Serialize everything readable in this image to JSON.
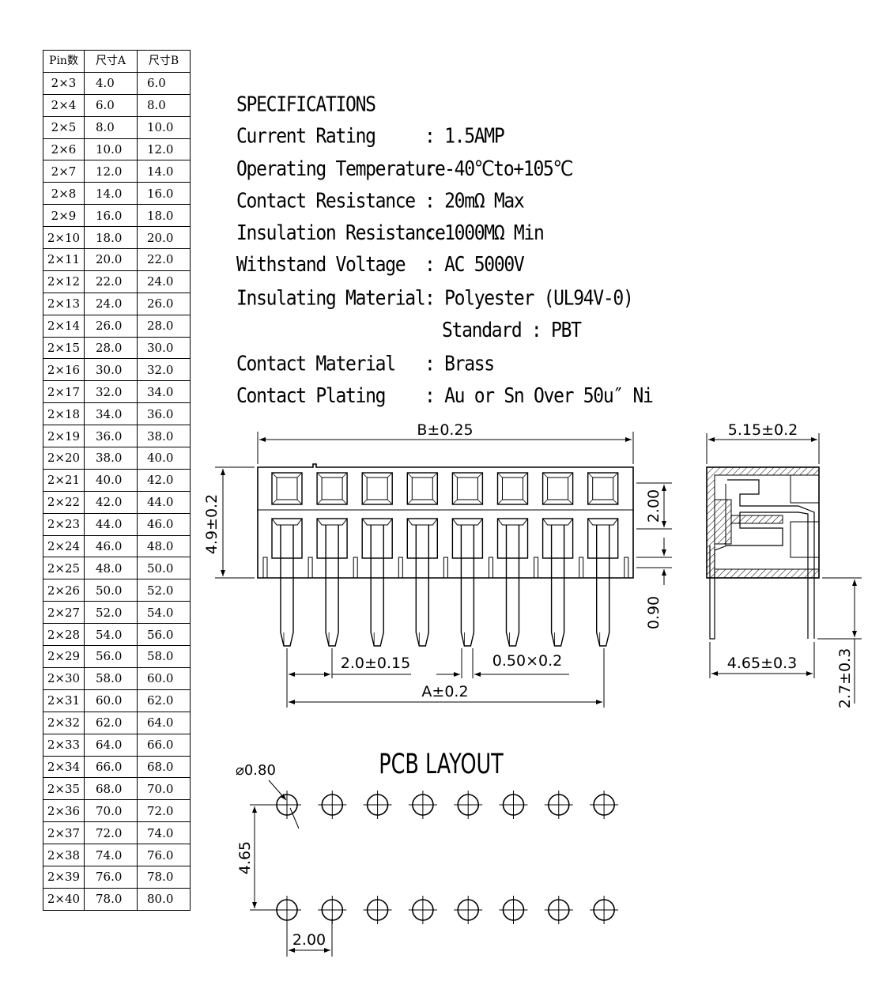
{
  "pin_table": {
    "headers": [
      "Pin数",
      "尺寸A",
      "尺寸B"
    ],
    "rows": [
      [
        "2×3",
        "4.0",
        "6.0"
      ],
      [
        "2×4",
        "6.0",
        "8.0"
      ],
      [
        "2×5",
        "8.0",
        "10.0"
      ],
      [
        "2×6",
        "10.0",
        "12.0"
      ],
      [
        "2×7",
        "12.0",
        "14.0"
      ],
      [
        "2×8",
        "14.0",
        "16.0"
      ],
      [
        "2×9",
        "16.0",
        "18.0"
      ],
      [
        "2×10",
        "18.0",
        "20.0"
      ],
      [
        "2×11",
        "20.0",
        "22.0"
      ],
      [
        "2×12",
        "22.0",
        "24.0"
      ],
      [
        "2×13",
        "24.0",
        "26.0"
      ],
      [
        "2×14",
        "26.0",
        "28.0"
      ],
      [
        "2×15",
        "28.0",
        "30.0"
      ],
      [
        "2×16",
        "30.0",
        "32.0"
      ],
      [
        "2×17",
        "32.0",
        "34.0"
      ],
      [
        "2×18",
        "34.0",
        "36.0"
      ],
      [
        "2×19",
        "36.0",
        "38.0"
      ],
      [
        "2×20",
        "38.0",
        "40.0"
      ],
      [
        "2×21",
        "40.0",
        "42.0"
      ],
      [
        "2×22",
        "42.0",
        "44.0"
      ],
      [
        "2×23",
        "44.0",
        "46.0"
      ],
      [
        "2×24",
        "46.0",
        "48.0"
      ],
      [
        "2×25",
        "48.0",
        "50.0"
      ],
      [
        "2×26",
        "50.0",
        "52.0"
      ],
      [
        "2×27",
        "52.0",
        "54.0"
      ],
      [
        "2×28",
        "54.0",
        "56.0"
      ],
      [
        "2×29",
        "56.0",
        "58.0"
      ],
      [
        "2×30",
        "58.0",
        "60.0"
      ],
      [
        "2×31",
        "60.0",
        "62.0"
      ],
      [
        "2×32",
        "62.0",
        "64.0"
      ],
      [
        "2×33",
        "64.0",
        "66.0"
      ],
      [
        "2×34",
        "66.0",
        "68.0"
      ],
      [
        "2×35",
        "68.0",
        "70.0"
      ],
      [
        "2×36",
        "70.0",
        "72.0"
      ],
      [
        "2×37",
        "72.0",
        "74.0"
      ],
      [
        "2×38",
        "74.0",
        "76.0"
      ],
      [
        "2×39",
        "76.0",
        "78.0"
      ],
      [
        "2×40",
        "78.0",
        "80.0"
      ]
    ]
  },
  "specifications": {
    "title": "SPECIFICATIONS",
    "rows": [
      {
        "label": "Current Rating",
        "value": ": 1.5AMP"
      },
      {
        "label": "Operating Temperature",
        "value": ": -40℃to+105℃"
      },
      {
        "label": "Contact Resistance",
        "value": ": 20mΩ Max"
      },
      {
        "label": "Insulation Resistance",
        "value": ": 1000MΩ Min"
      },
      {
        "label": "Withstand Voltage",
        "value": ": AC 5000V"
      },
      {
        "label": "Insulating Material",
        "value": ": Polyester (UL94V-0)"
      },
      {
        "label": "",
        "value": "Standard : PBT"
      },
      {
        "label": "Contact Material",
        "value": ": Brass"
      },
      {
        "label": "Contact Plating",
        "value": ": Au or Sn Over 50u″ Ni"
      }
    ]
  },
  "front_view": {
    "dim_b": "B±0.25",
    "dim_height": "4.9±0.2",
    "dim_200": "2.00",
    "dim_090": "0.90",
    "dim_pitch": "2.0±0.15",
    "dim_pin": "0.50×0.2",
    "dim_a": "A±0.2",
    "pin_count": 8
  },
  "side_view": {
    "dim_top": "5.15±0.2",
    "dim_bottom": "4.65±0.3",
    "dim_pin_len": "2.7±0.3"
  },
  "pcb_layout": {
    "title": "PCB LAYOUT",
    "hole_dia": "⌀0.80",
    "row_spacing": "4.65",
    "pitch": "2.00",
    "holes_per_row": 8
  }
}
